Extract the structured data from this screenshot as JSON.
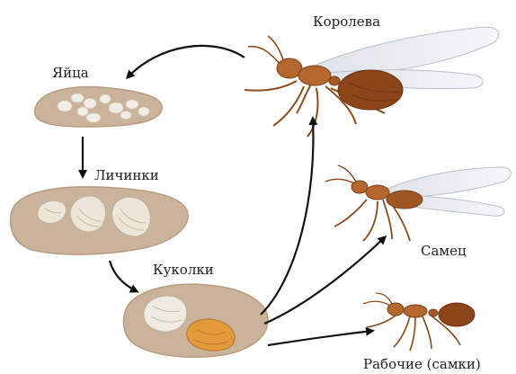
{
  "labels": {
    "eggs": "Яйца",
    "larvae": "Личинки",
    "pupae": "Куколки",
    "queen": "Королева",
    "male": "Самец",
    "workers": "Рабочие (самки)"
  },
  "colors": {
    "mound": "#c9b39a",
    "mound_edge": "#b89d80",
    "egg": "#f2ede4",
    "larva": "#ece5d8",
    "pupa": "#f0ebe2",
    "pupa_orange": "#e29a3a",
    "ant_body": "#b5682e",
    "ant_dark": "#7a3f18",
    "wing": "#e6e9ee",
    "arrow": "#111111"
  }
}
